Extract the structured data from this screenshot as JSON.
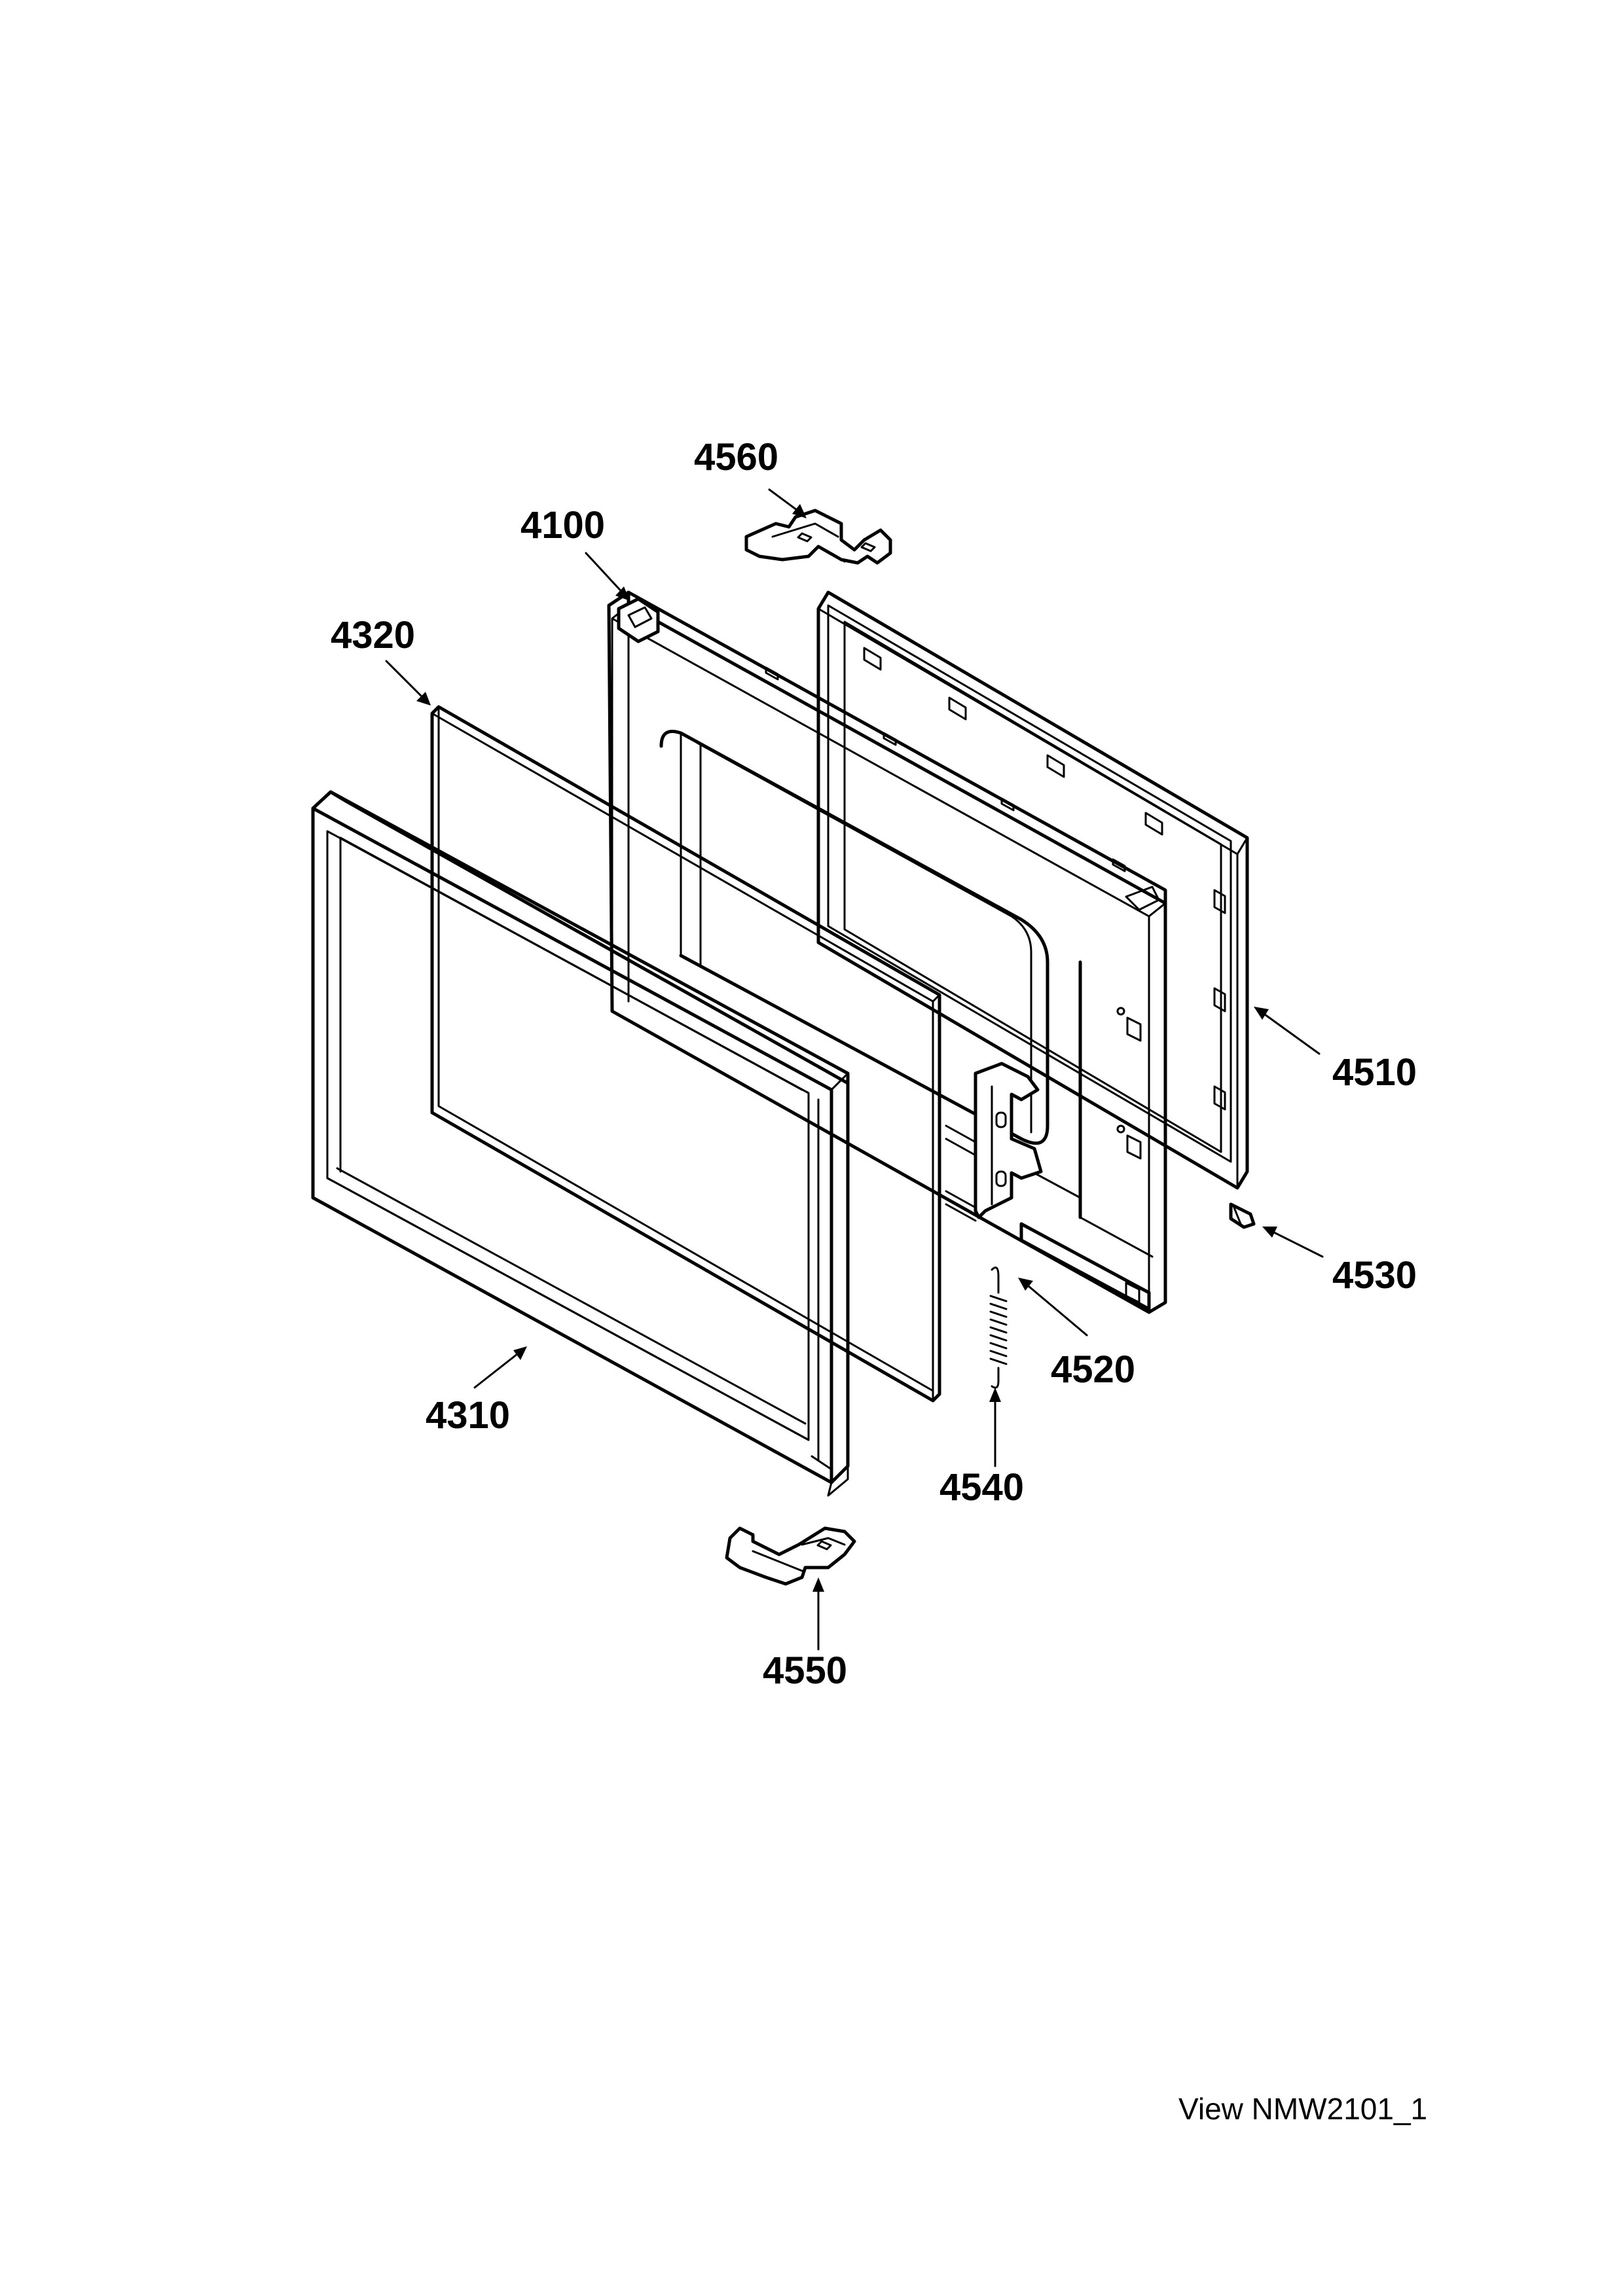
{
  "diagram": {
    "part_labels": {
      "p4560": "4560",
      "p4100": "4100",
      "p4320": "4320",
      "p4510": "4510",
      "p4530": "4530",
      "p4520": "4520",
      "p4310": "4310",
      "p4540": "4540",
      "p4550": "4550"
    },
    "view_label": "View NMW2101_1"
  }
}
